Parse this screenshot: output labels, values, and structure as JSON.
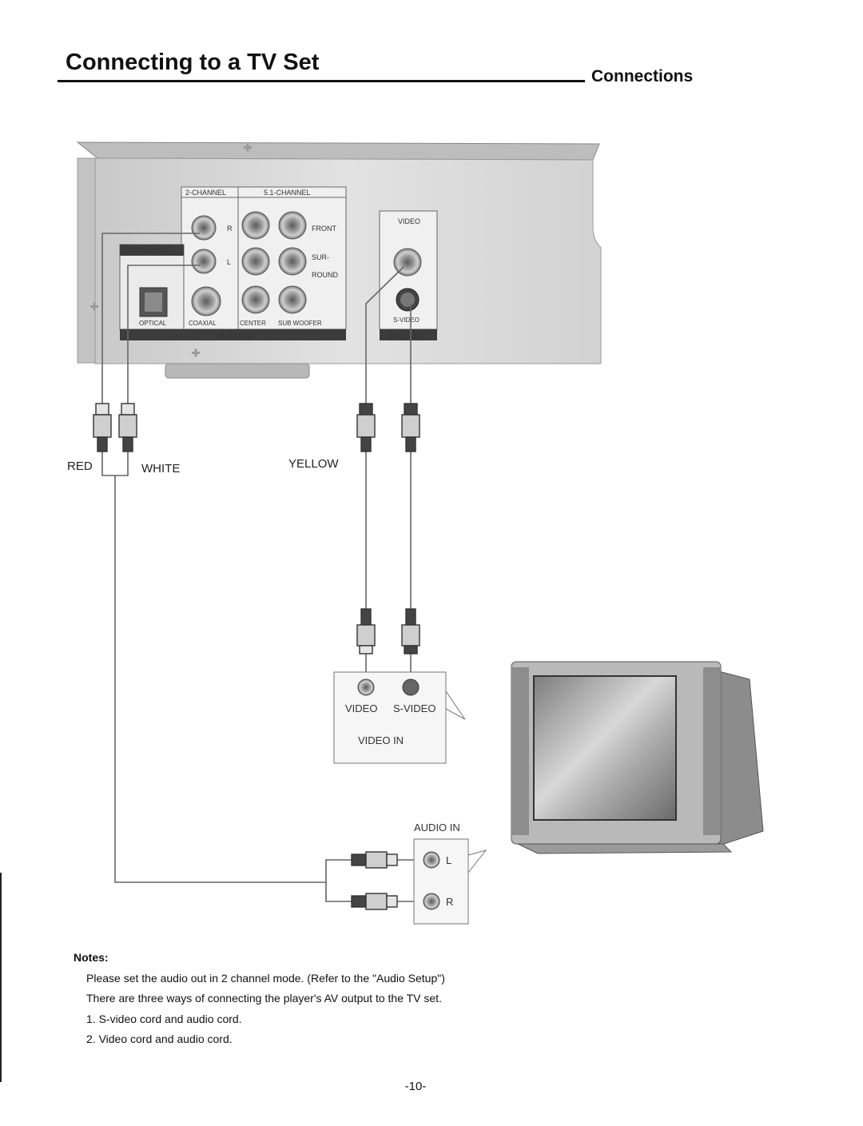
{
  "header": {
    "title": "Connecting to a TV Set",
    "section": "Connections"
  },
  "player_panel": {
    "group_2ch": "2-CHANNEL",
    "group_51ch": "5.1-CHANNEL",
    "jack_r": "R",
    "jack_l": "L",
    "front": "FRONT",
    "surround_1": "SUR-",
    "surround_2": "ROUND",
    "digital_out": "DIGITAL OUT",
    "optical": "OPTICAL",
    "coaxial": "COAXIAL",
    "center": "CENTER",
    "subwoofer": "SUB WOOFER",
    "audio_out": "AUDIO OUT",
    "video": "VIDEO",
    "svideo": "S-VIDEO",
    "video_out": "VIDEO OUT"
  },
  "cables": {
    "red": "RED",
    "white": "WHITE",
    "yellow": "YELLOW"
  },
  "tv_panel": {
    "video": "VIDEO",
    "svideo": "S-VIDEO",
    "video_in": "VIDEO IN",
    "audio_in": "AUDIO IN",
    "audio_l": "L",
    "audio_r": "R"
  },
  "notes": {
    "heading": "Notes:",
    "lines": [
      "Please set the audio out in 2 channel mode. (Refer to the \"Audio Setup\")",
      "There are three ways of connecting the player's AV output to the TV set.",
      "1. S-video cord and audio cord.",
      "2. Video cord and audio cord."
    ]
  },
  "page_number": "-10-"
}
